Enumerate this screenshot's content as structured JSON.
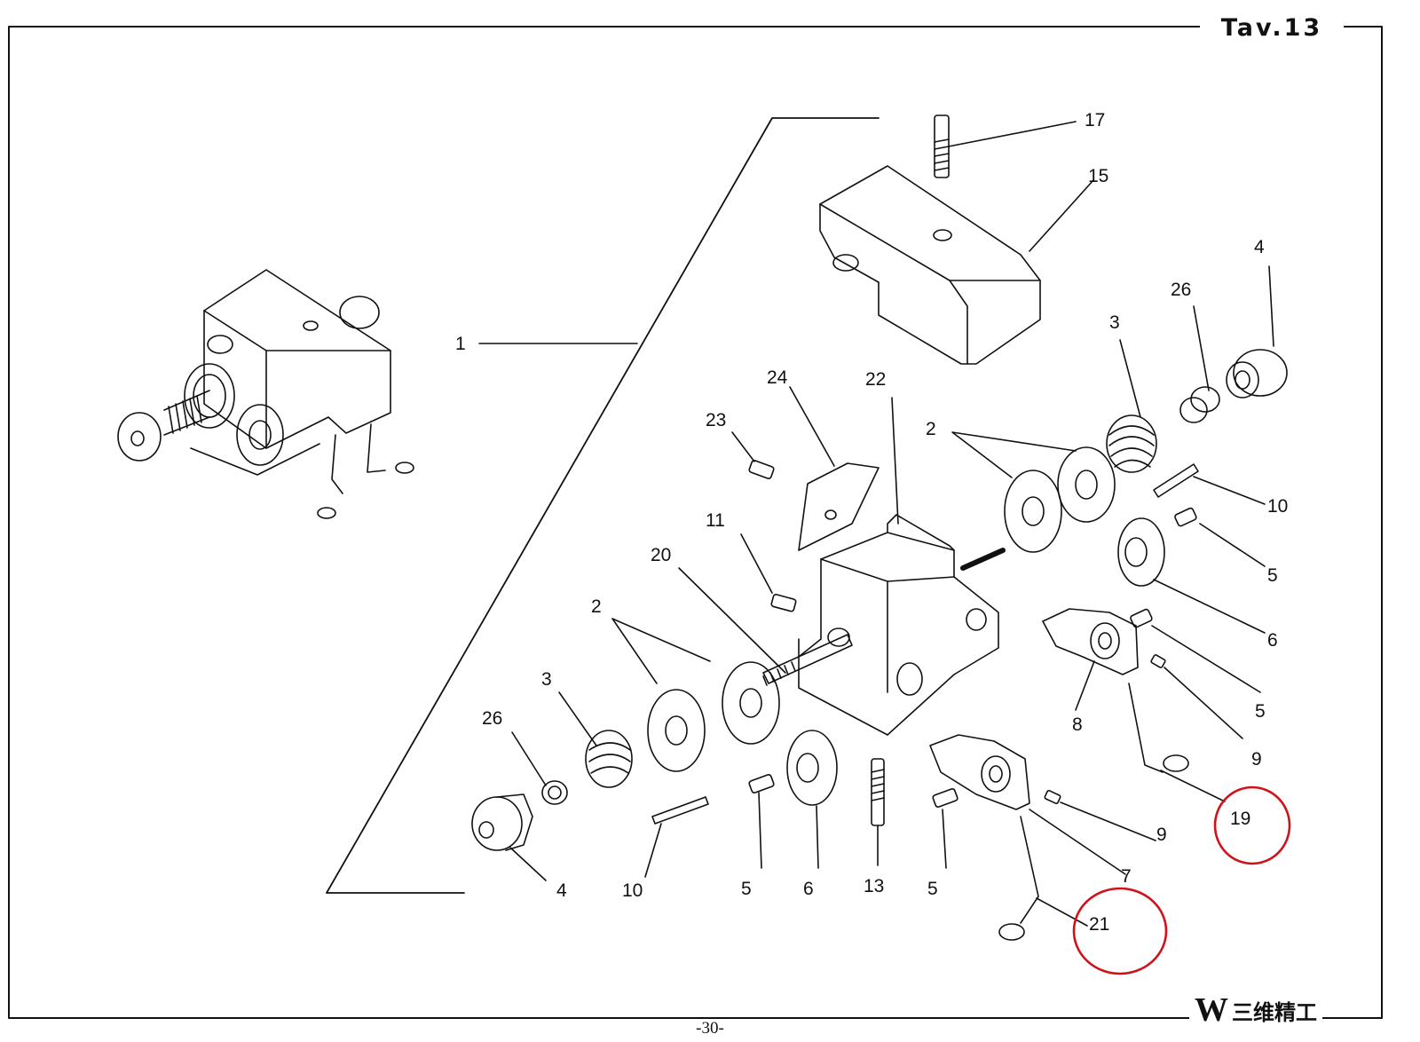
{
  "header": {
    "table_title": "Tav.13"
  },
  "footer": {
    "page_number": "-30-",
    "brand_mark": "W",
    "brand_text": "三维精工"
  },
  "callouts": [
    {
      "id": "c1",
      "label": "1"
    },
    {
      "id": "c17",
      "label": "17"
    },
    {
      "id": "c15",
      "label": "15"
    },
    {
      "id": "c4a",
      "label": "4"
    },
    {
      "id": "c26a",
      "label": "26"
    },
    {
      "id": "c3a",
      "label": "3"
    },
    {
      "id": "c2a",
      "label": "2"
    },
    {
      "id": "c10a",
      "label": "10"
    },
    {
      "id": "c5a",
      "label": "5"
    },
    {
      "id": "c6a",
      "label": "6"
    },
    {
      "id": "c5b",
      "label": "5"
    },
    {
      "id": "c9a",
      "label": "9"
    },
    {
      "id": "c19",
      "label": "19",
      "highlighted": true
    },
    {
      "id": "c8",
      "label": "8"
    },
    {
      "id": "c24",
      "label": "24"
    },
    {
      "id": "c22",
      "label": "22"
    },
    {
      "id": "c23",
      "label": "23"
    },
    {
      "id": "c11",
      "label": "11"
    },
    {
      "id": "c20",
      "label": "20"
    },
    {
      "id": "c2b",
      "label": "2"
    },
    {
      "id": "c3b",
      "label": "3"
    },
    {
      "id": "c26b",
      "label": "26"
    },
    {
      "id": "c4b",
      "label": "4"
    },
    {
      "id": "c10b",
      "label": "10"
    },
    {
      "id": "c5c",
      "label": "5"
    },
    {
      "id": "c6b",
      "label": "6"
    },
    {
      "id": "c13",
      "label": "13"
    },
    {
      "id": "c5d",
      "label": "5"
    },
    {
      "id": "c9b",
      "label": "9"
    },
    {
      "id": "c7",
      "label": "7"
    },
    {
      "id": "c21",
      "label": "21",
      "highlighted": true
    }
  ],
  "colors": {
    "line": "#111111",
    "highlight": "#d0131b"
  }
}
